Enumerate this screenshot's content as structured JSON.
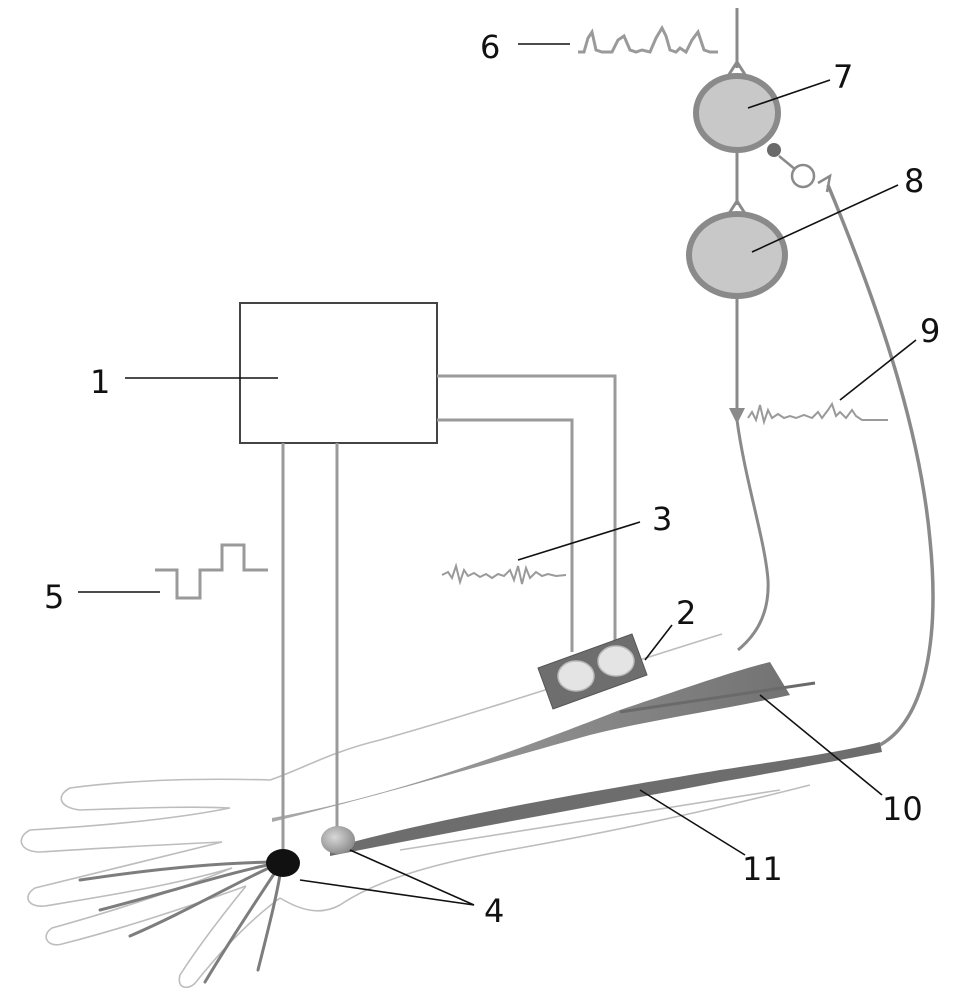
{
  "labels": {
    "n1": "1",
    "n2": "2",
    "n3": "3",
    "n4": "4",
    "n5": "5",
    "n6": "6",
    "n7": "7",
    "n8": "8",
    "n9": "9",
    "n10": "10",
    "n11": "11"
  },
  "colors": {
    "wire": "#9a9a9a",
    "leader": "#111111",
    "neuron_fill": "#c8c8c8",
    "neuron_stroke": "#8a8a8a",
    "muscle": "#777777",
    "arm_outline": "#b8b8b8",
    "sensor_fill": "#6e6e6e",
    "electrode_dark": "#111111",
    "electrode_light": "#b5b5b5"
  }
}
